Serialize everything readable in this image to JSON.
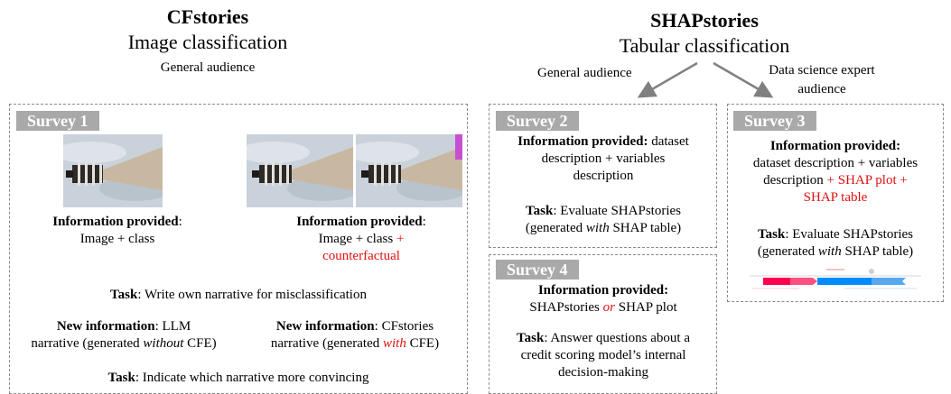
{
  "left": {
    "title": "CFstories",
    "subtitle": "Image classification",
    "audience": "General audience"
  },
  "right": {
    "title": "SHAPstories",
    "subtitle": "Tabular classification",
    "audience_general": "General audience",
    "audience_expert_line1": "Data science expert",
    "audience_expert_line2": "audience"
  },
  "survey1": {
    "badge": "Survey 1",
    "info_label": "Information provided",
    "info_left_line2": "Image + class",
    "info_right_line2_a": "Image + class",
    "info_right_plus": " +",
    "info_right_line3": "counterfactual",
    "task_label": "Task",
    "task_text": ": Write own narrative for misclassification",
    "new_info_label": "New information",
    "new_left_a": ": LLM",
    "new_left_b": "narrative (generated ",
    "new_left_em": "without",
    "new_left_c": " CFE)",
    "new_right_a": ": CFstories",
    "new_right_b": "narrative (generated ",
    "new_right_em": "with",
    "new_right_c": " CFE)",
    "task2_text": ": Indicate which narrative more convincing"
  },
  "survey2": {
    "badge": "Survey 2",
    "info_label": "Information provided:",
    "info_a": " dataset",
    "info_b": "description + variables",
    "info_c": "description",
    "task_label": "Task",
    "task_a": ": Evaluate SHAPstories",
    "task_b": "(generated ",
    "task_em": "with",
    "task_c": " SHAP table)"
  },
  "survey3": {
    "badge": "Survey 3",
    "info_label": "Information provided:",
    "info_a": "dataset description + variables",
    "info_b": "description",
    "info_red_1": " + SHAP plot +",
    "info_red_2": "SHAP table",
    "task_label": "Task",
    "task_a": ": Evaluate SHAPstories",
    "task_b": "(generated ",
    "task_em": "with",
    "task_c": " SHAP table)"
  },
  "survey4": {
    "badge": "Survey 4",
    "info_label": "Information provided:",
    "info_a": "SHAPstories ",
    "info_em": "or",
    "info_b": " SHAP plot",
    "task_label": "Task",
    "task_a": ": Answer questions about a",
    "task_b": "credit scoring model’s internal",
    "task_c": "decision-making"
  },
  "colors": {
    "badge": "#a9a9a9",
    "highlight_red": "#e01010",
    "dashed_border": "#8a8a8a",
    "arrow": "#808080",
    "shap_red": "#ff0051",
    "shap_blue": "#008bfb"
  },
  "icons": [
    "lighthouse-photo",
    "shap-force-plot",
    "arrow-icon"
  ]
}
